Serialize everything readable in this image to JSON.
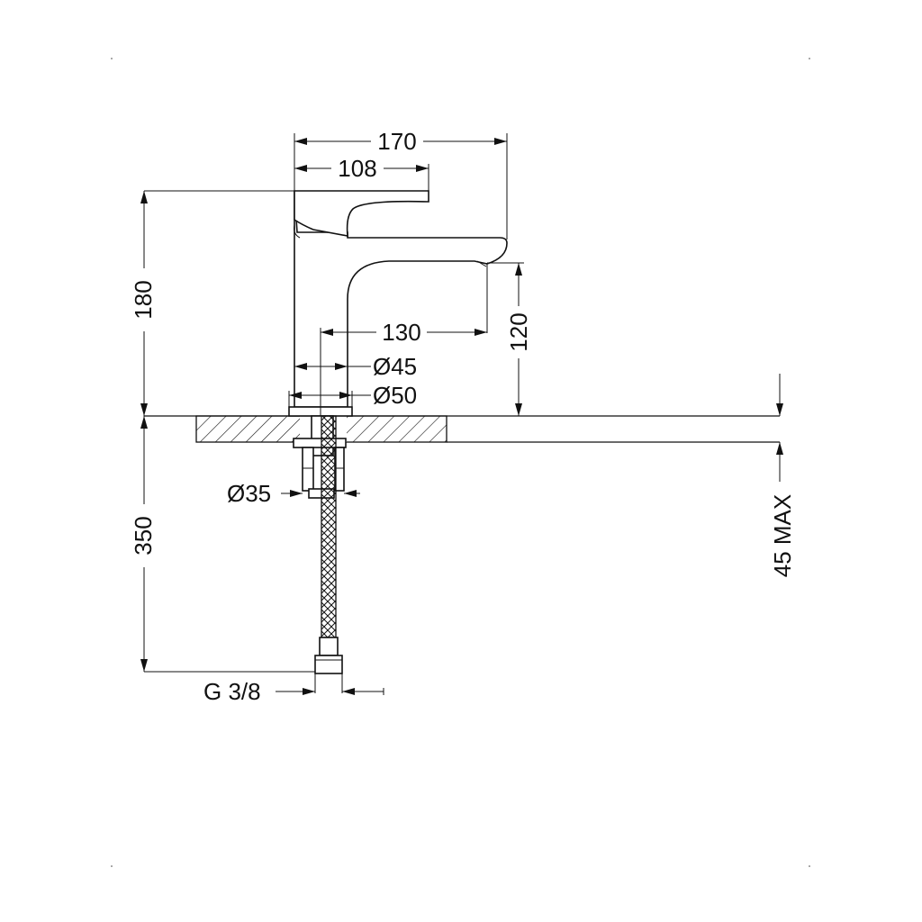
{
  "diagram": {
    "dimensions": {
      "overall_length": "170",
      "lever_length": "108",
      "total_height": "180",
      "spout_height": "120",
      "spout_reach": "130",
      "body_diameter": "Ø45",
      "base_diameter": "Ø50",
      "shank_diameter": "Ø35",
      "hose_length": "350",
      "max_counter_thickness": "45 MAX",
      "connection_thread": "G 3/8"
    }
  }
}
